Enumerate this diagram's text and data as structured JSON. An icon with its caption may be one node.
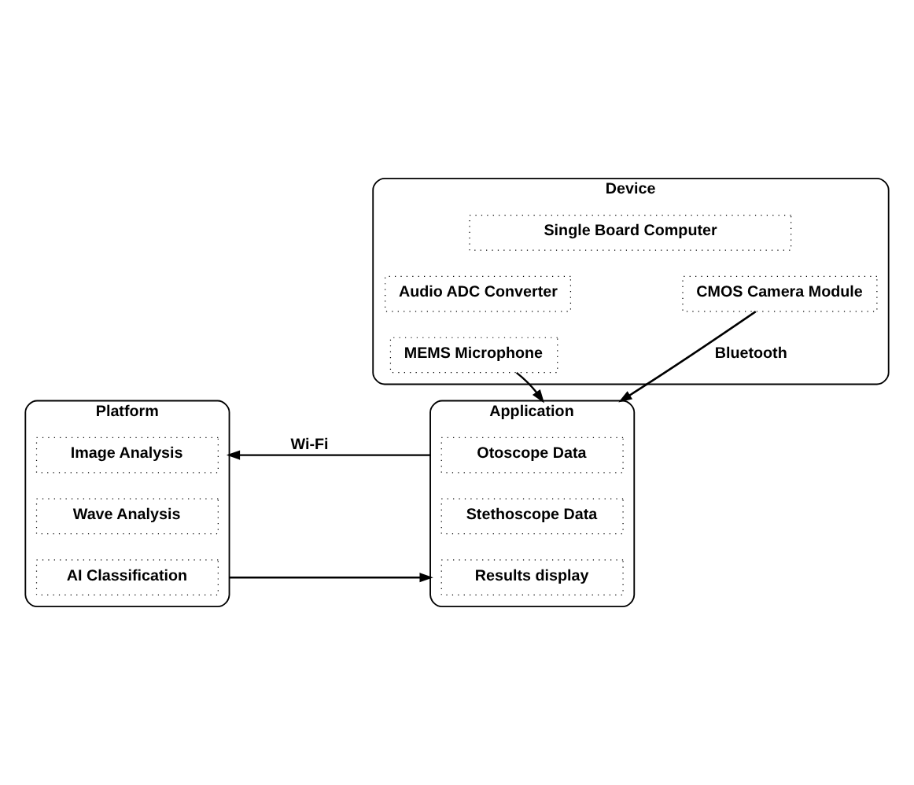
{
  "diagram": {
    "nodes": [
      {
        "text": [
          "Device"
        ]
      },
      {
        "text": [
          "Single Board Computer"
        ],
        "in": 0
      },
      {
        "text": [
          "CMOS Camera Module"
        ],
        "in": 0
      },
      {
        "text": [
          "Audio ADC Converter"
        ],
        "in": 0
      },
      {
        "text": [
          "MEMS Microphone"
        ],
        "in": 0
      },
      {
        "text": [
          "Application"
        ]
      },
      {
        "text": [
          "Otoscope Data"
        ],
        "in": 5
      },
      {
        "text": [
          "Stethoscope Data"
        ],
        "in": 5
      },
      {
        "text": [
          "Results display"
        ],
        "in": 5
      },
      {
        "text": [
          "Platform"
        ]
      },
      {
        "text": [
          "Image Analysis"
        ],
        "in": 9
      },
      {
        "text": [
          "Wave Analysis"
        ],
        "in": 9
      },
      {
        "text": [
          "AI Classification"
        ],
        "in": 9
      }
    ],
    "edges": [
      {
        "from": 2,
        "to": 5,
        "arrow": "to",
        "label": "Bluetooth"
      },
      {
        "from": 4,
        "to": 5,
        "arrow": "to"
      },
      {
        "from": 5,
        "to": 9,
        "arrow": "to",
        "label": "Wi-Fi"
      },
      {
        "from": 9,
        "to": 5,
        "arrow": "to"
      }
    ]
  }
}
